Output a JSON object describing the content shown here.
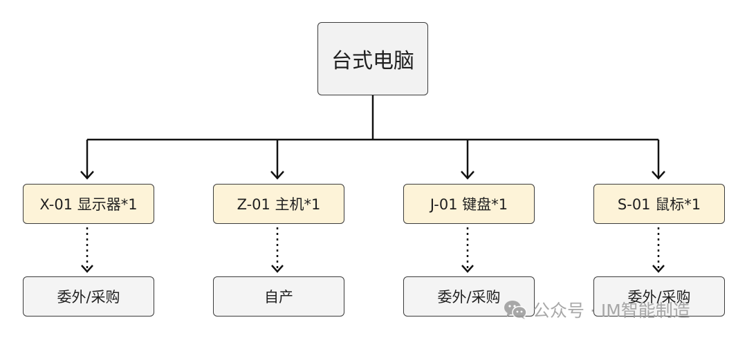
{
  "root": {
    "label": "台式电脑"
  },
  "items": [
    {
      "label": "X-01 显示器*1",
      "source": "委外/采购"
    },
    {
      "label": "Z-01 主机*1",
      "source": "自产"
    },
    {
      "label": "J-01 键盘*1",
      "source": "委外/采购"
    },
    {
      "label": "S-01 鼠标*1",
      "source": "委外/采购"
    }
  ],
  "watermark": {
    "text": "公众号 · IM智能制造",
    "icon": "wechat-icon"
  },
  "colors": {
    "line": "#111111",
    "root_fill": "#f2f2f2",
    "item_fill": "#fdf3d8",
    "leaf_fill": "#f4f4f4",
    "border": "#3a3a3a"
  }
}
